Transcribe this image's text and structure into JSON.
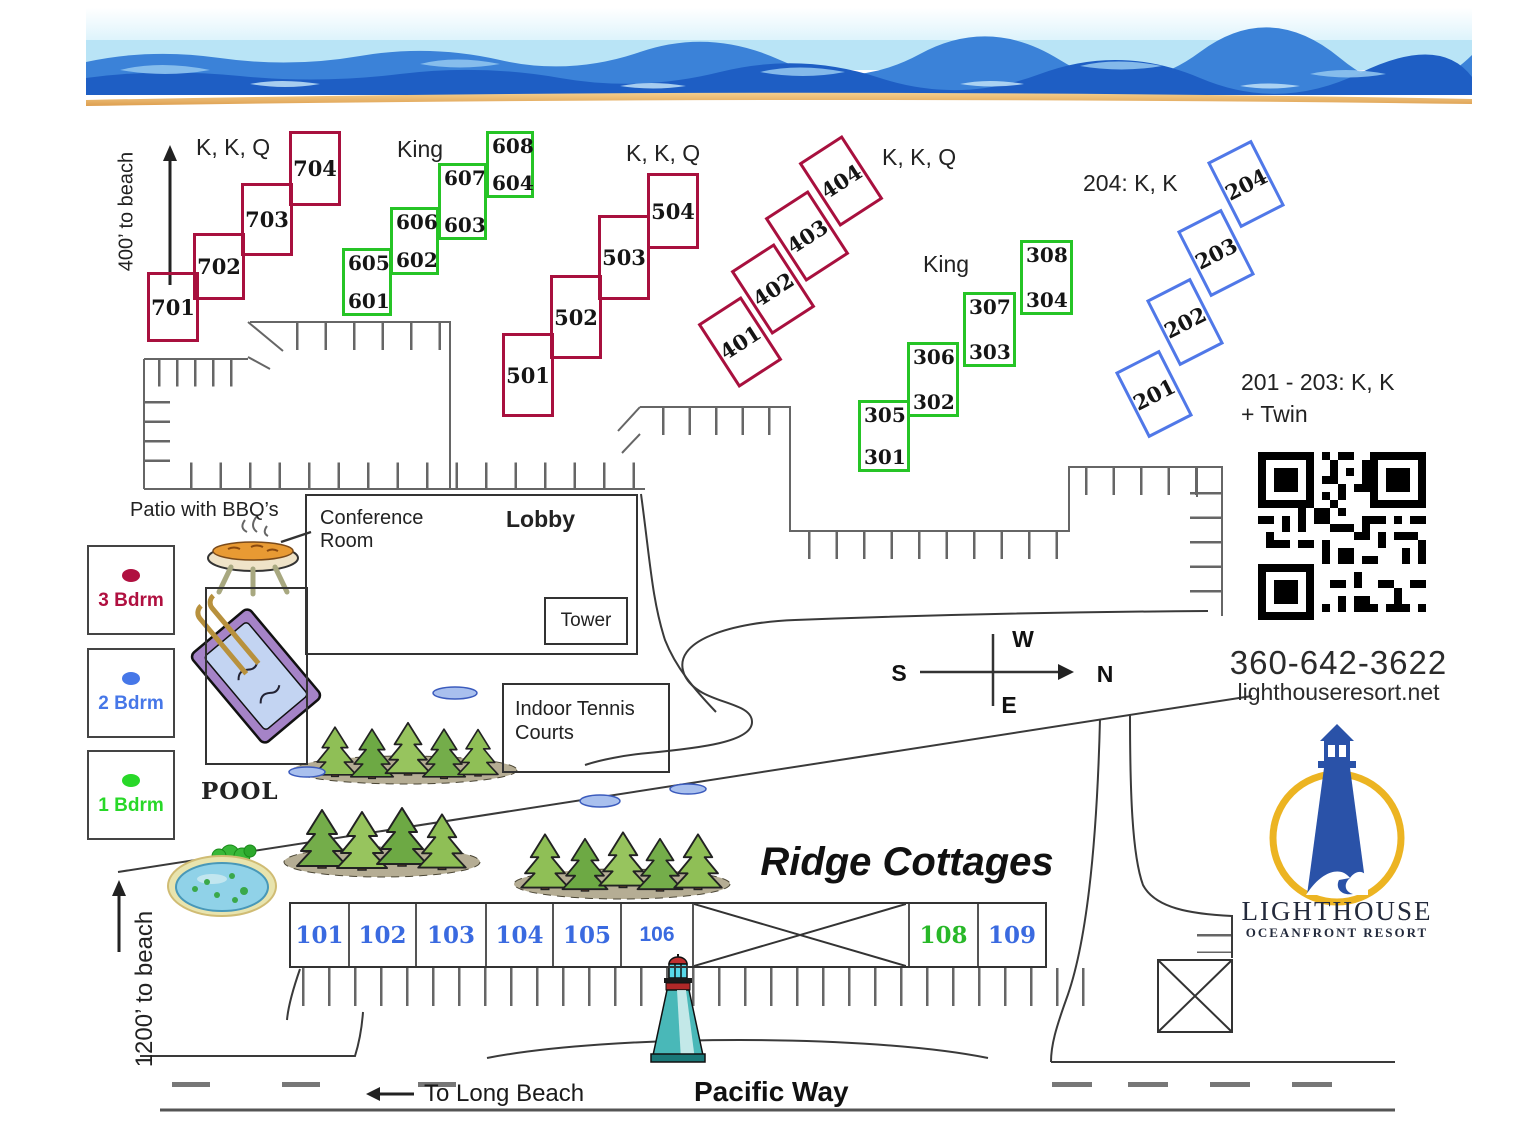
{
  "distances": {
    "top": "400’ to beach",
    "bottom": "1200’ to beach"
  },
  "buildings": {
    "b700": {
      "label": "K, K, Q",
      "color": "#a8103e",
      "units": [
        "701",
        "702",
        "703",
        "704"
      ]
    },
    "b600": {
      "label": "King",
      "color": "#26c426",
      "pairs": [
        [
          "605",
          "601"
        ],
        [
          "606",
          "602"
        ],
        [
          "607",
          "603"
        ],
        [
          "608",
          "604"
        ]
      ]
    },
    "b500": {
      "label": "K, K, Q",
      "color": "#a8103e",
      "units": [
        "501",
        "502",
        "503",
        "504"
      ]
    },
    "b400": {
      "label": "K, K, Q",
      "color": "#a8103e",
      "units": [
        "401",
        "402",
        "403",
        "404"
      ]
    },
    "b300": {
      "label": "King",
      "color": "#26c426",
      "pairs": [
        [
          "305",
          "301"
        ],
        [
          "306",
          "302"
        ],
        [
          "307",
          "303"
        ],
        [
          "308",
          "304"
        ]
      ]
    },
    "b200": {
      "label_204": "204: K, K",
      "label_201": "201 - 203: K, K",
      "label_201_suffix": "+ Twin",
      "color": "#5078e8",
      "units": [
        "201",
        "202",
        "203",
        "204"
      ]
    }
  },
  "legend": {
    "items": [
      {
        "label": "3 Bdrm",
        "color": "#b01040"
      },
      {
        "label": "2 Bdrm",
        "color": "#4677e8"
      },
      {
        "label": "1 Bdrm",
        "color": "#28d828"
      }
    ]
  },
  "facilities": {
    "patio": "Patio with BBQ’s",
    "pool": "POOL",
    "conference": "Conference Room",
    "lobby": "Lobby",
    "tower": "Tower",
    "tennis": "Indoor Tennis Courts"
  },
  "compass": {
    "w": "W",
    "s": "S",
    "n": "N",
    "e": "E"
  },
  "ridge": {
    "title": "Ridge Cottages",
    "cottages": [
      {
        "label": "101"
      },
      {
        "label": "102"
      },
      {
        "label": "103"
      },
      {
        "label": "104"
      },
      {
        "label": "105"
      },
      {
        "label": "106"
      },
      {
        "label": ""
      },
      {
        "label": "108"
      },
      {
        "label": "109"
      }
    ]
  },
  "roads": {
    "to_long_beach": "To Long Beach",
    "pacific_way": "Pacific Way"
  },
  "contact": {
    "phone": "360-642-3622",
    "website": "lighthouseresort.net"
  },
  "logo": {
    "title": "LIGHTHOUSE",
    "subtitle": "OCEANFRONT RESORT"
  }
}
